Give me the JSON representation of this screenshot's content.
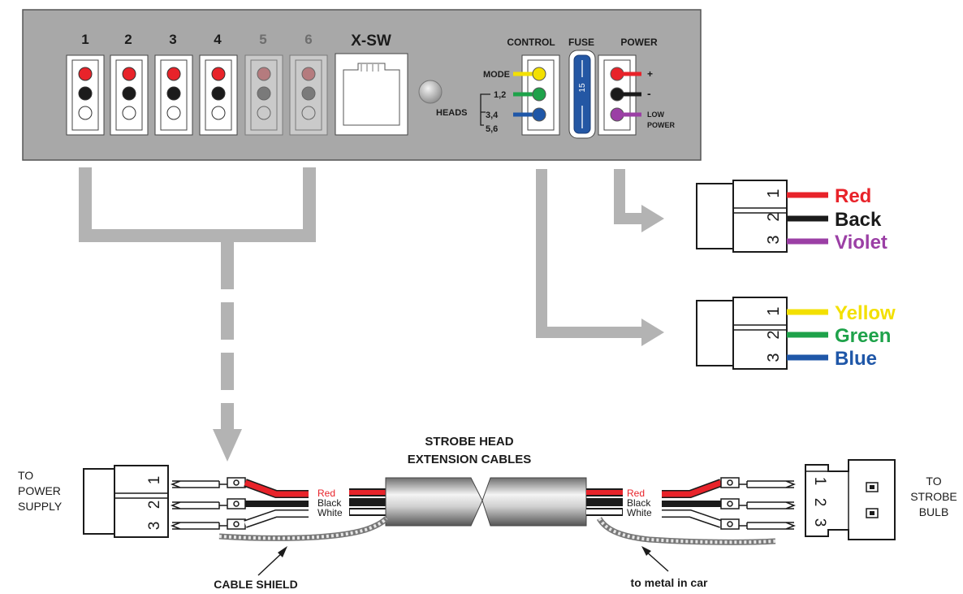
{
  "control_box": {
    "port_labels": [
      "1",
      "2",
      "3",
      "4",
      "5",
      "6"
    ],
    "xsw_label": "X-SW",
    "control_label": "CONTROL",
    "fuse_label": "FUSE",
    "power_label": "POWER",
    "fuse_value": "15",
    "mode_label": "MODE",
    "heads_label": "HEADS",
    "head_pairs": [
      "1,2",
      "3,4",
      "5,6"
    ],
    "power_pins": [
      "+",
      "-"
    ],
    "low_power_label": [
      "LOW",
      "POWER"
    ]
  },
  "power_connector": {
    "pin_1": "1",
    "pin_2": "2",
    "pin_3": "3",
    "wires": [
      {
        "label": "Red",
        "color": "#e8232a"
      },
      {
        "label": "Back",
        "color": "#1b1b1b"
      },
      {
        "label": "Violet",
        "color": "#9b3fa5"
      }
    ]
  },
  "control_connector": {
    "pin_1": "1",
    "pin_2": "2",
    "pin_3": "3",
    "wires": [
      {
        "label": "Yellow",
        "color": "#f3e000"
      },
      {
        "label": "Green",
        "color": "#1ea24a"
      },
      {
        "label": "Blue",
        "color": "#1f57a8"
      }
    ]
  },
  "cable": {
    "title_line1": "STROBE HEAD",
    "title_line2": "EXTENSION CABLES",
    "left_end": [
      "TO",
      "POWER",
      "SUPPLY"
    ],
    "right_end": [
      "TO",
      "STROBE",
      "BULB"
    ],
    "wire_labels": [
      "Red",
      "Black",
      "White"
    ],
    "shield_label": "CABLE SHIELD",
    "ground_label": "to metal in car",
    "left_pins": [
      "1",
      "2",
      "3"
    ],
    "right_pins": [
      "1",
      "2",
      "3"
    ]
  },
  "colors": {
    "panel": "#a8a8a8",
    "arrow": "#b3b3b3",
    "red": "#e8232a",
    "black": "#1b1b1b",
    "fuse": "#2457a4",
    "yellow": "#f3e000",
    "green": "#1ea24a",
    "blue": "#1f57a8",
    "violet": "#9b3fa5"
  }
}
